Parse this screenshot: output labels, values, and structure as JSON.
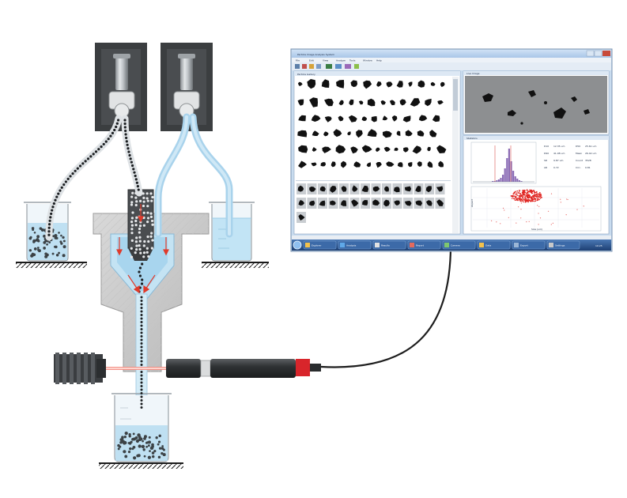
{
  "software": {
    "title": "Particle Image Analysis System",
    "menu": [
      "File",
      "Edit",
      "View",
      "Analyze",
      "Tools",
      "Window",
      "Help"
    ],
    "gallery_tab": "Particle Gallery",
    "capture_tab": "Live Image",
    "stats_tab": "Statistics",
    "stats_rows": [
      {
        "k": "D10",
        "v": "12.35 um"
      },
      {
        "k": "D50",
        "v": "25.61 um"
      },
      {
        "k": "D90",
        "v": "41.08 um"
      },
      {
        "k": "Mean",
        "v": "26.42 um"
      },
      {
        "k": "SD",
        "v": "9.87 um"
      },
      {
        "k": "Count",
        "v": "3528"
      },
      {
        "k": "AR",
        "v": "0.72"
      },
      {
        "k": "Circ.",
        "v": "0.81"
      }
    ],
    "scatter_xlabel": "Size (um)",
    "scatter_ylabel": "Aspect",
    "taskbar_items": [
      "Explorer",
      "Analysis",
      "Results",
      "Report",
      "Camera",
      "Data",
      "Export",
      "Settings"
    ],
    "clock": "10:25"
  }
}
